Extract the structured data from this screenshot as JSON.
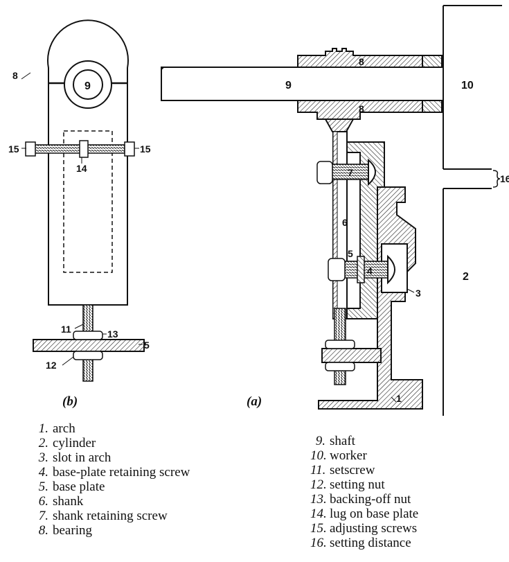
{
  "labels": {
    "b": {
      "bearing": "8",
      "shaft": "9",
      "screw_left": "15",
      "screw_right": "15",
      "lug": "14",
      "setscrew": "11",
      "backing_nut": "13",
      "base_plate": "5",
      "setting_nut": "12"
    },
    "a": {
      "bearing_top": "8",
      "bearing_bottom": "8",
      "shaft": "9",
      "worker": "10",
      "setting_distance": "16",
      "shank_screw": "7",
      "shank": "6",
      "base_plate": "5",
      "base_screw": "4",
      "slot": "3",
      "cylinder": "2",
      "arch": "1"
    }
  },
  "subfigure_labels": {
    "b": "(b)",
    "a": "(a)"
  },
  "legend": {
    "left": [
      {
        "num": "1.",
        "text": "arch"
      },
      {
        "num": "2.",
        "text": "cylinder"
      },
      {
        "num": "3.",
        "text": "slot in arch"
      },
      {
        "num": "4.",
        "text": "base-plate retaining screw"
      },
      {
        "num": "5.",
        "text": "base plate"
      },
      {
        "num": "6.",
        "text": "shank"
      },
      {
        "num": "7.",
        "text": "shank retaining screw"
      },
      {
        "num": "8.",
        "text": "bearing"
      }
    ],
    "right": [
      {
        "num": "9.",
        "text": "shaft"
      },
      {
        "num": "10.",
        "text": "worker"
      },
      {
        "num": "11.",
        "text": "setscrew"
      },
      {
        "num": "12.",
        "text": "setting nut"
      },
      {
        "num": "13.",
        "text": "backing-off nut"
      },
      {
        "num": "14.",
        "text": "lug on base plate"
      },
      {
        "num": "15.",
        "text": "adjusting screws"
      },
      {
        "num": "16.",
        "text": "setting distance"
      }
    ]
  }
}
